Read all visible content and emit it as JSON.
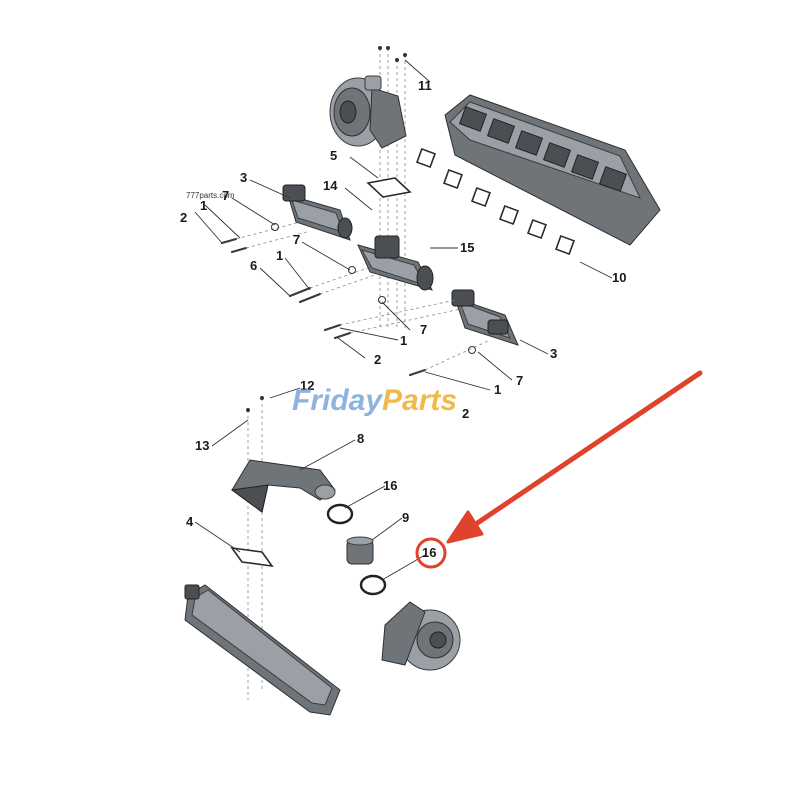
{
  "watermark": {
    "site": "777parts.com"
  },
  "brand": {
    "part1": "Friday",
    "part2": "Parts",
    "color1": "#8fb3dc",
    "color2": "#f0b94a"
  },
  "callouts": {
    "c1a": "1",
    "c1b": "1",
    "c1c": "1",
    "c1d": "1",
    "c2a": "2",
    "c2b": "2",
    "c2c": "2",
    "c3a": "3",
    "c3b": "3",
    "c4": "4",
    "c5": "5",
    "c6": "6",
    "c7a": "7",
    "c7b": "7",
    "c7c": "7",
    "c7d": "7",
    "c8": "8",
    "c9": "9",
    "c10": "10",
    "c11": "11",
    "c12": "12",
    "c13": "13",
    "c14": "14",
    "c15": "15",
    "c16a": "16",
    "c16b": "16"
  },
  "highlight": {
    "color": "#e0432b",
    "label": "16"
  }
}
